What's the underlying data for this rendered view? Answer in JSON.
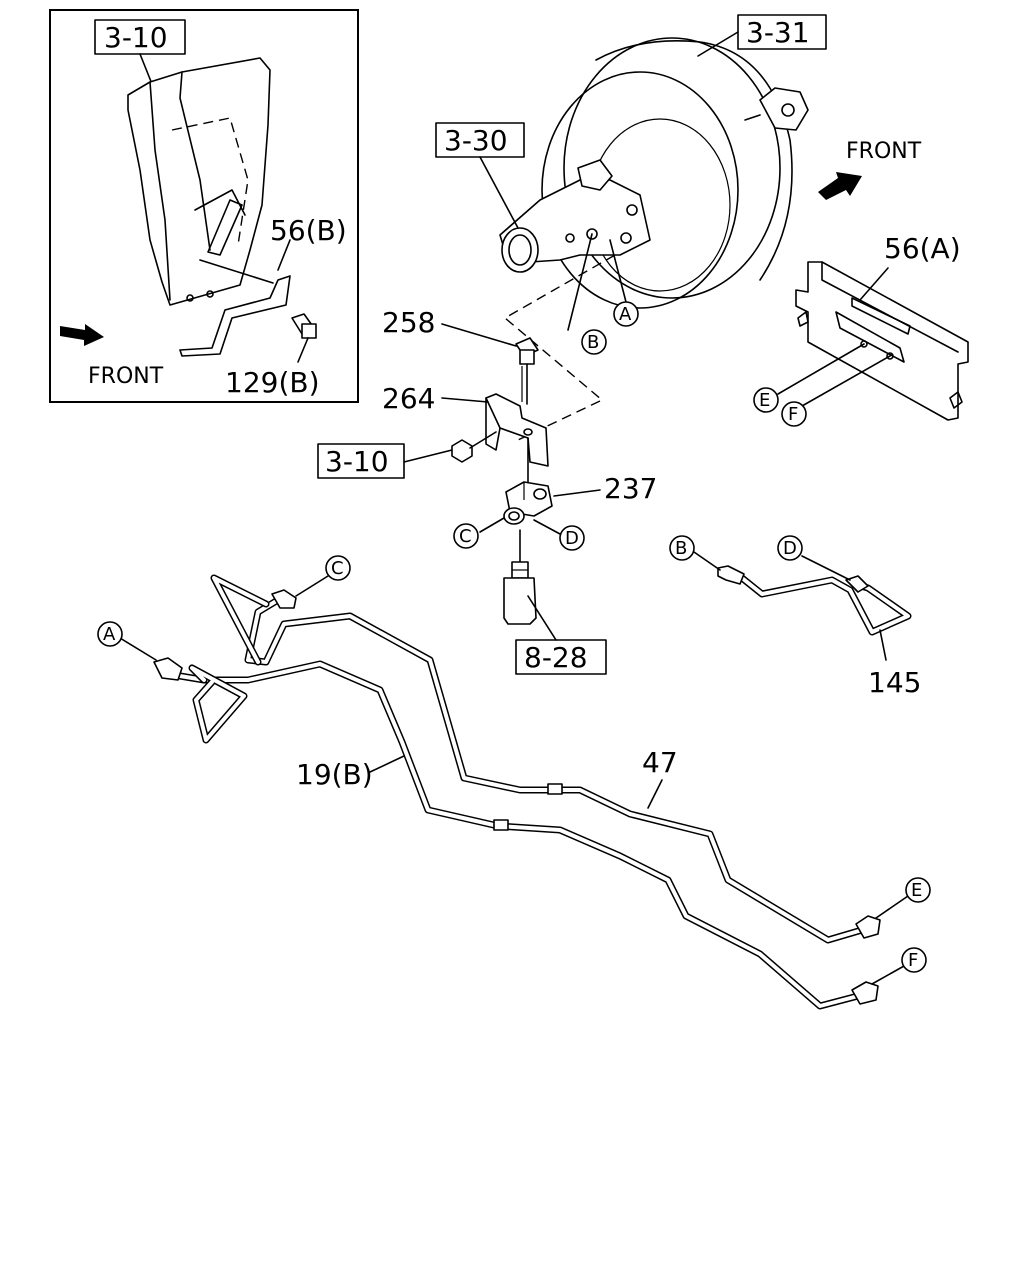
{
  "boxed_refs": {
    "inset_3_10": "3-10",
    "ref_3_31": "3-31",
    "ref_3_30": "3-30",
    "ref_3_10": "3-10",
    "ref_8_28": "8-28"
  },
  "part_numbers": {
    "p56b": "56(B)",
    "p129b": "129(B)",
    "p56a": "56(A)",
    "p258": "258",
    "p264": "264",
    "p237": "237",
    "p145": "145",
    "p47": "47",
    "p19b": "19(B)"
  },
  "front_labels": {
    "inset": "FRONT",
    "main": "FRONT"
  },
  "circle_markers": {
    "a_top": "A",
    "b_top": "B",
    "e_bracket": "E",
    "f_bracket": "F",
    "c_valve": "C",
    "d_valve": "D",
    "b_pipe145": "B",
    "d_pipe145": "D",
    "c_pipe": "C",
    "a_pipe": "A",
    "e_pipe": "E",
    "f_pipe": "F"
  },
  "colors": {
    "line": "#000000",
    "background": "#ffffff"
  }
}
